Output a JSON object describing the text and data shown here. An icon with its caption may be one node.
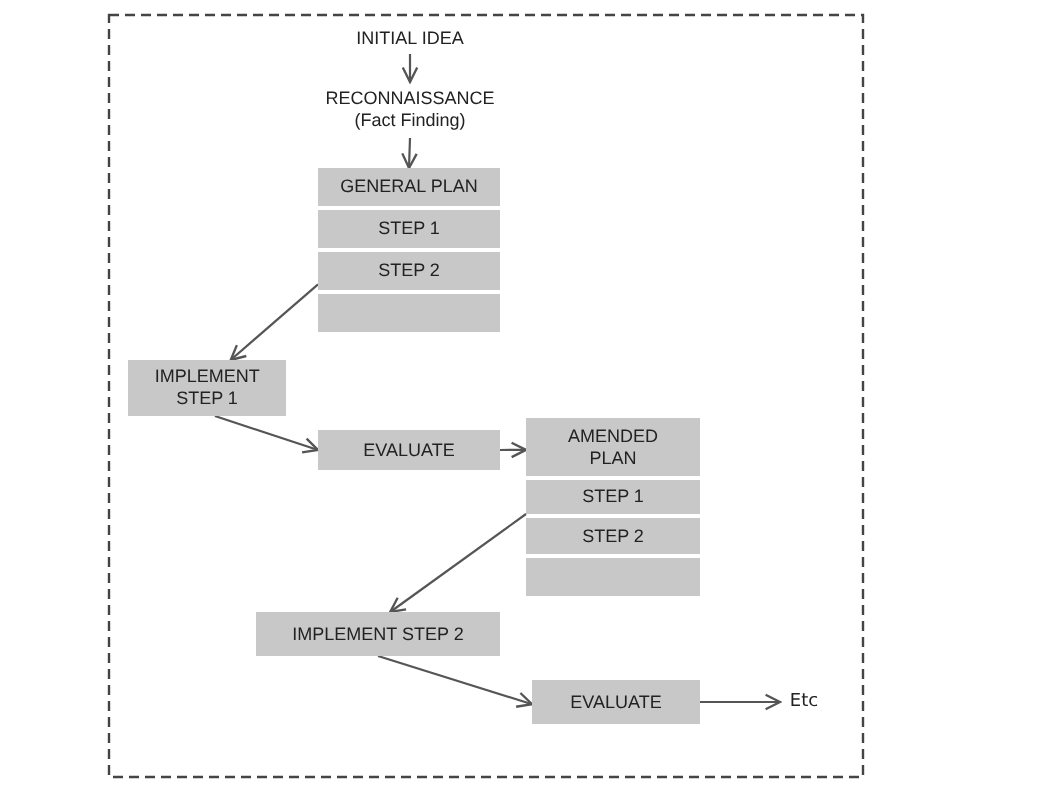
{
  "diagram": {
    "nodes": [
      {
        "text": [
          "INITIAL IDEA"
        ]
      },
      {
        "text": [
          "RECONNAISSANCE",
          "(Fact Finding)"
        ]
      },
      {
        "text": [
          "GENERAL PLAN"
        ]
      },
      {
        "text": [
          "STEP 1"
        ]
      },
      {
        "text": [
          "STEP 2"
        ]
      },
      {
        "text": [],
        "shape": "box"
      },
      {
        "text": [
          "IMPLEMENT STEP 1"
        ]
      },
      {
        "text": [
          "EVALUATE"
        ]
      },
      {
        "text": [
          "AMENDED PLAN"
        ]
      },
      {
        "text": [
          "STEP 1"
        ]
      },
      {
        "text": [
          "STEP 2"
        ]
      },
      {
        "text": [],
        "shape": "box"
      },
      {
        "text": [
          "IMPLEMENT STEP 2"
        ]
      },
      {
        "text": [
          "EVALUATE"
        ]
      },
      {
        "text": [
          "Etc"
        ]
      }
    ],
    "edges": [
      {
        "from": 0,
        "to": 1,
        "arrow": "to"
      },
      {
        "from": 1,
        "to": 2,
        "arrow": "to"
      },
      {
        "from": 4,
        "to": 6,
        "arrow": "to"
      },
      {
        "from": 6,
        "to": 7,
        "arrow": "to"
      },
      {
        "from": 7,
        "to": 8,
        "arrow": "to"
      },
      {
        "from": 9,
        "to": 12,
        "arrow": "to"
      },
      {
        "from": 12,
        "to": 13,
        "arrow": "to"
      },
      {
        "from": 13,
        "to": 14,
        "arrow": "to"
      }
    ]
  }
}
